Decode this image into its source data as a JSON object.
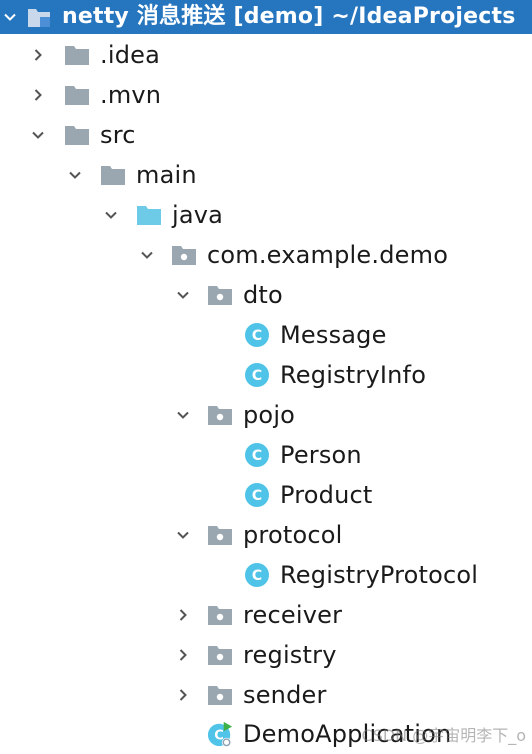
{
  "project": {
    "label": "netty 消息推送 [demo]  ~/IdeaProjects"
  },
  "tree": {
    "idea": ".idea",
    "mvn": ".mvn",
    "src": "src",
    "main": "main",
    "java": "java",
    "package": "com.example.demo",
    "dto": "dto",
    "message": "Message",
    "registry_info": "RegistryInfo",
    "pojo": "pojo",
    "person": "Person",
    "product": "Product",
    "protocol": "protocol",
    "registry_protocol": "RegistryProtocol",
    "receiver": "receiver",
    "registry": "registry",
    "sender": "sender",
    "demo_application": "DemoApplication"
  },
  "watermark": "CSDN @宇宙明李下_o",
  "colors": {
    "selection": "#2675bf",
    "folder": "#9aa7b0",
    "source_folder": "#6ecbe8",
    "class_icon": "#4fc3e8",
    "run_badge": "#3db048"
  },
  "icons": {
    "chevron_expanded": "chevron-down-icon",
    "chevron_collapsed": "chevron-right-icon",
    "folder": "folder-icon",
    "source_folder": "source-folder-icon",
    "package": "package-icon",
    "class": "class-icon",
    "spring_app": "spring-application-icon"
  }
}
